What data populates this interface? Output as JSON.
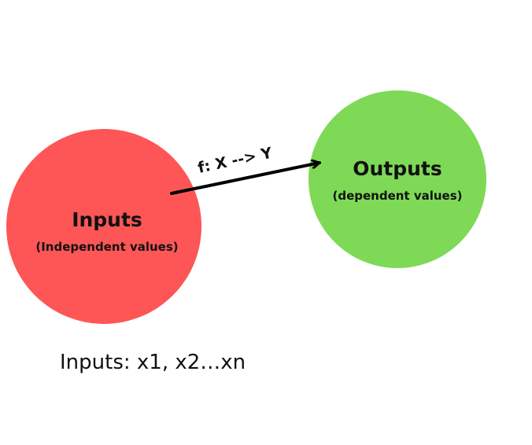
{
  "colors": {
    "inputs_circle": "#fe5656",
    "outputs_circle": "#7ed957",
    "arrow": "#000000",
    "text": "#111111",
    "background": "#ffffff"
  },
  "inputs": {
    "title": "Inputs",
    "subtitle": "(Independent values)"
  },
  "outputs": {
    "title": "Outputs",
    "subtitle": "(dependent values)"
  },
  "function": {
    "label": "f: X --> Y"
  },
  "note": {
    "text": "Inputs: x1, x2…xn"
  }
}
